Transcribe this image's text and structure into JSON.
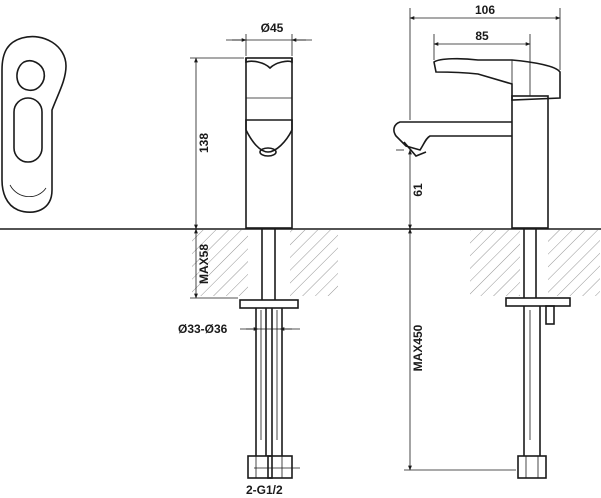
{
  "dimensions": {
    "top_diameter": "Ø45",
    "height_total": "138",
    "max_deck_thickness": "MAX58",
    "hole_diameter": "Ø33-Ø36",
    "hose_thread": "2-G1/2",
    "overall_width": "106",
    "reach": "85",
    "spout_height": "61",
    "hose_length": "MAX450"
  },
  "colors": {
    "line": "#1a1a1a",
    "hatch": "#8a8a8a",
    "background": "#ffffff"
  }
}
